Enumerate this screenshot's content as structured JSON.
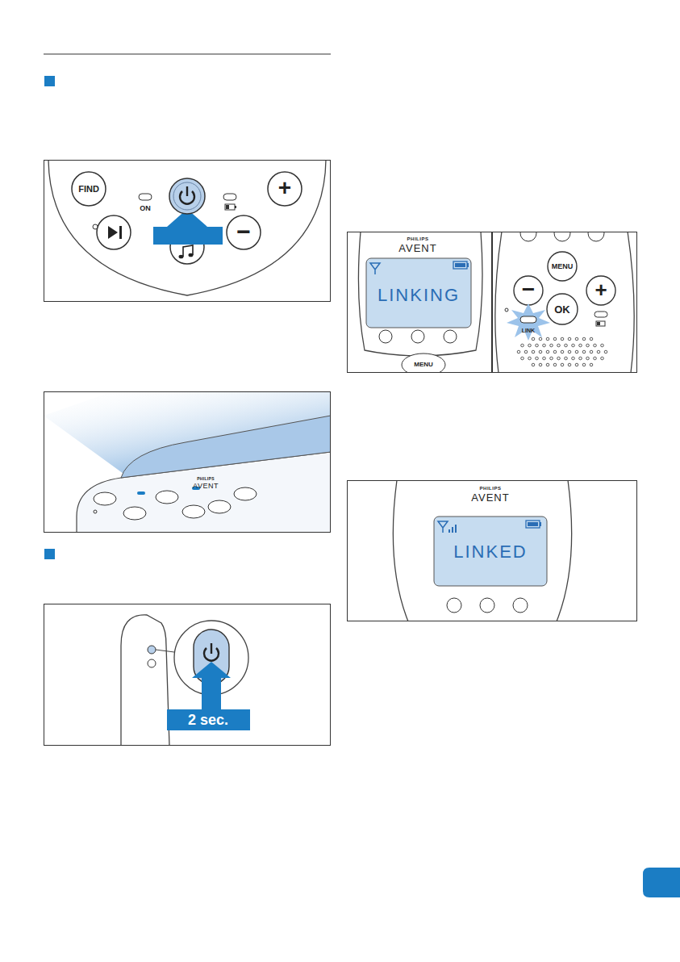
{
  "diagram": {
    "labels": [
      "FIND",
      "ON",
      "+",
      "−",
      "PHILIPS",
      "AVENT",
      "LINKING",
      "MENU",
      "MENU",
      "−",
      "+",
      "OK",
      "LINK",
      "PHILIPS",
      "AVENT",
      "2 sec.",
      "PHILIPS",
      "AVENT",
      "LINKED"
    ]
  }
}
